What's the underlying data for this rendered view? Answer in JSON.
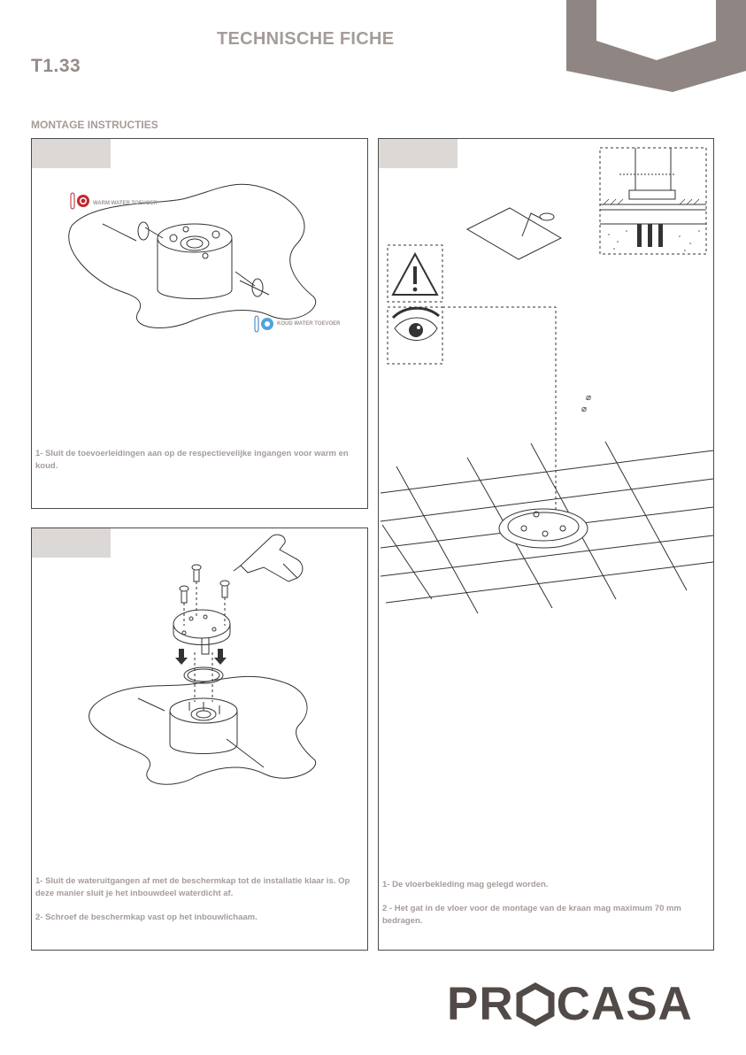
{
  "header": {
    "title": "TECHNISCHE FICHE",
    "code": "T1.33",
    "section": "MONTAGE INSTRUCTIES"
  },
  "panel1": {
    "warm_label": "WARM WATER TOEVOER",
    "cold_label": "KOUD WATER TOEVOER",
    "step1": "1- Sluit de toevoerleidingen aan op de respectievelijke ingangen voor warm en koud."
  },
  "panel2": {
    "step1": "1- Sluit de wateruitgangen af met de beschermkap tot de installatie klaar is. Op deze manier sluit je het inbouwdeel waterdicht af.",
    "step2": "2- Schroef de beschermkap vast op het inbouwlichaam."
  },
  "panel3": {
    "diam1": "⌀",
    "diam2": "⌀",
    "step1": "1- De vloerbekleding mag gelegd worden.",
    "step2": "2 - Het gat in de vloer voor de montage van de kraan mag maximum 70 mm bedragen."
  },
  "brand": {
    "logo_pre": "PR",
    "logo_post": "CASA"
  },
  "colors": {
    "tab": "#dcd8d6",
    "corner": "#8f8582",
    "text": "#a59c99",
    "logo": "#514a47"
  }
}
